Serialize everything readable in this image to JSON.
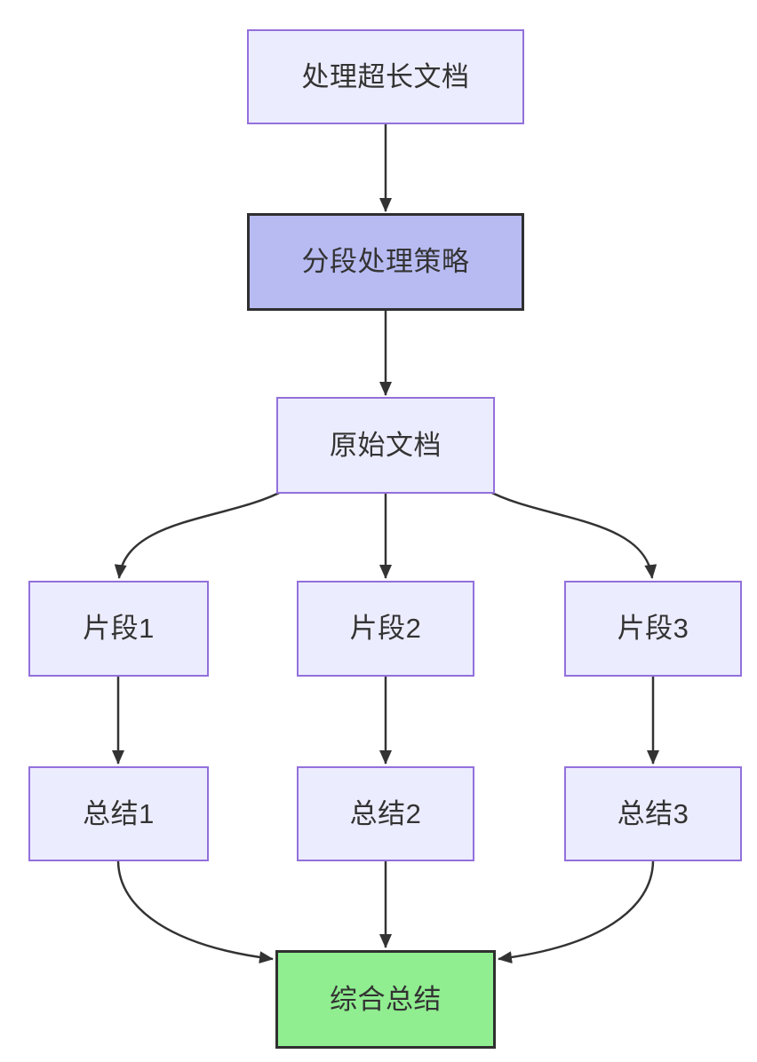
{
  "diagram": {
    "type": "flowchart",
    "direction": "top-down",
    "nodes": [
      {
        "id": "A",
        "label": "处理超长文档",
        "role": "start"
      },
      {
        "id": "B",
        "label": "分段处理策略",
        "role": "strategy"
      },
      {
        "id": "C",
        "label": "原始文档",
        "role": "default"
      },
      {
        "id": "D",
        "label": "片段1",
        "role": "default"
      },
      {
        "id": "E",
        "label": "片段2",
        "role": "default"
      },
      {
        "id": "F",
        "label": "片段3",
        "role": "default"
      },
      {
        "id": "G",
        "label": "总结1",
        "role": "default"
      },
      {
        "id": "H",
        "label": "总结2",
        "role": "default"
      },
      {
        "id": "I",
        "label": "总结3",
        "role": "default"
      },
      {
        "id": "J",
        "label": "综合总结",
        "role": "success"
      }
    ],
    "edges": [
      {
        "from": "A",
        "to": "B"
      },
      {
        "from": "B",
        "to": "C"
      },
      {
        "from": "C",
        "to": "D"
      },
      {
        "from": "C",
        "to": "E"
      },
      {
        "from": "C",
        "to": "F"
      },
      {
        "from": "D",
        "to": "G"
      },
      {
        "from": "E",
        "to": "H"
      },
      {
        "from": "F",
        "to": "I"
      },
      {
        "from": "G",
        "to": "J"
      },
      {
        "from": "H",
        "to": "J"
      },
      {
        "from": "I",
        "to": "J"
      }
    ],
    "colors": {
      "background": "#ffffff",
      "node_fill": "#ECECFF",
      "node_border": "#9370DB",
      "strategy_fill": "#b8bbf2",
      "strategy_border": "#333333",
      "success_fill": "#90EE90",
      "success_border": "#333333",
      "edge_line": "#333333",
      "text": "#333333"
    }
  }
}
